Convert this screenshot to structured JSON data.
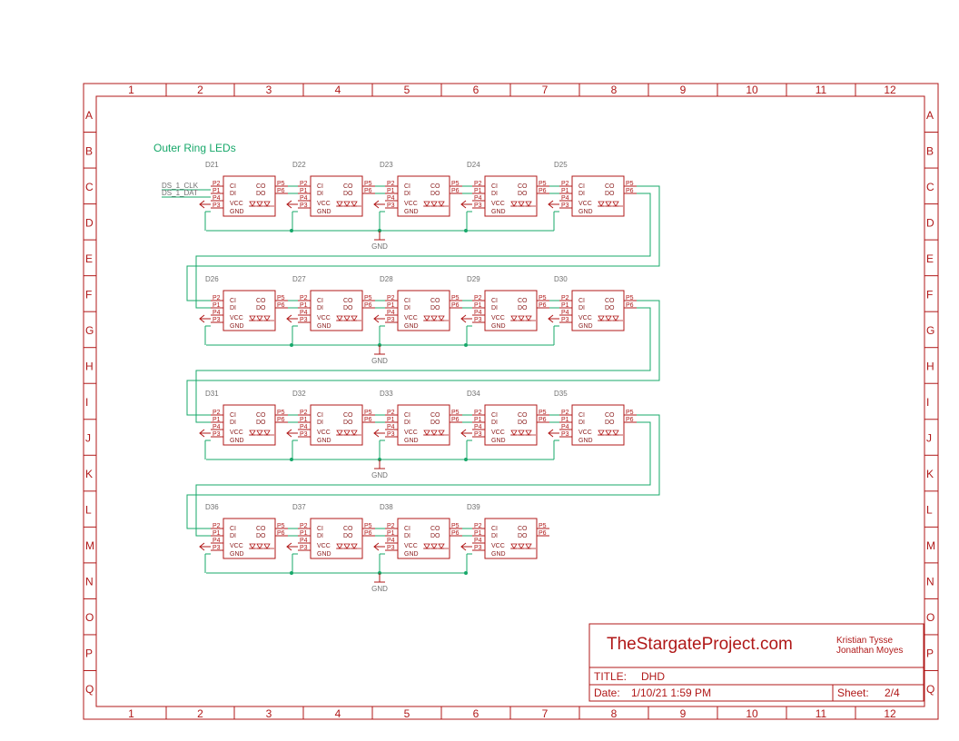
{
  "sheet": {
    "column_labels": [
      "1",
      "2",
      "3",
      "4",
      "5",
      "6",
      "7",
      "8",
      "9",
      "10",
      "11",
      "12"
    ],
    "row_labels": [
      "A",
      "B",
      "C",
      "D",
      "E",
      "F",
      "G",
      "H",
      "I",
      "J",
      "K",
      "L",
      "M",
      "N",
      "O",
      "P",
      "Q"
    ]
  },
  "note": {
    "text": "Outer Ring LEDs"
  },
  "nets": {
    "clk": "DS_1_CLK",
    "dat": "DS_1_DAT",
    "gnd": "GND"
  },
  "led_pins": {
    "ci": "CI",
    "di": "DI",
    "vcc": "VCC",
    "gnd": "GND",
    "co": "CO",
    "do": "DO",
    "p1": "P1",
    "p2": "P2",
    "p3": "P3",
    "p4": "P4",
    "p5": "P5",
    "p6": "P6"
  },
  "rows": [
    {
      "leds": [
        "D21",
        "D22",
        "D23",
        "D24",
        "D25"
      ]
    },
    {
      "leds": [
        "D26",
        "D27",
        "D28",
        "D29",
        "D30"
      ]
    },
    {
      "leds": [
        "D31",
        "D32",
        "D33",
        "D34",
        "D35"
      ]
    },
    {
      "leds": [
        "D36",
        "D37",
        "D38",
        "D39"
      ]
    }
  ],
  "title_block": {
    "website": "TheStargateProject.com",
    "author1": "Kristian Tysse",
    "author2": "Jonathan Moyes",
    "title_label": "TITLE:",
    "title_value": "DHD",
    "date_label": "Date:",
    "date_value": "1/10/21 1:59 PM",
    "sheet_label": "Sheet:",
    "sheet_value": "2/4"
  },
  "colors": {
    "frame": "#b01818",
    "wire": "#17a86a",
    "text_gray": "#707070"
  }
}
